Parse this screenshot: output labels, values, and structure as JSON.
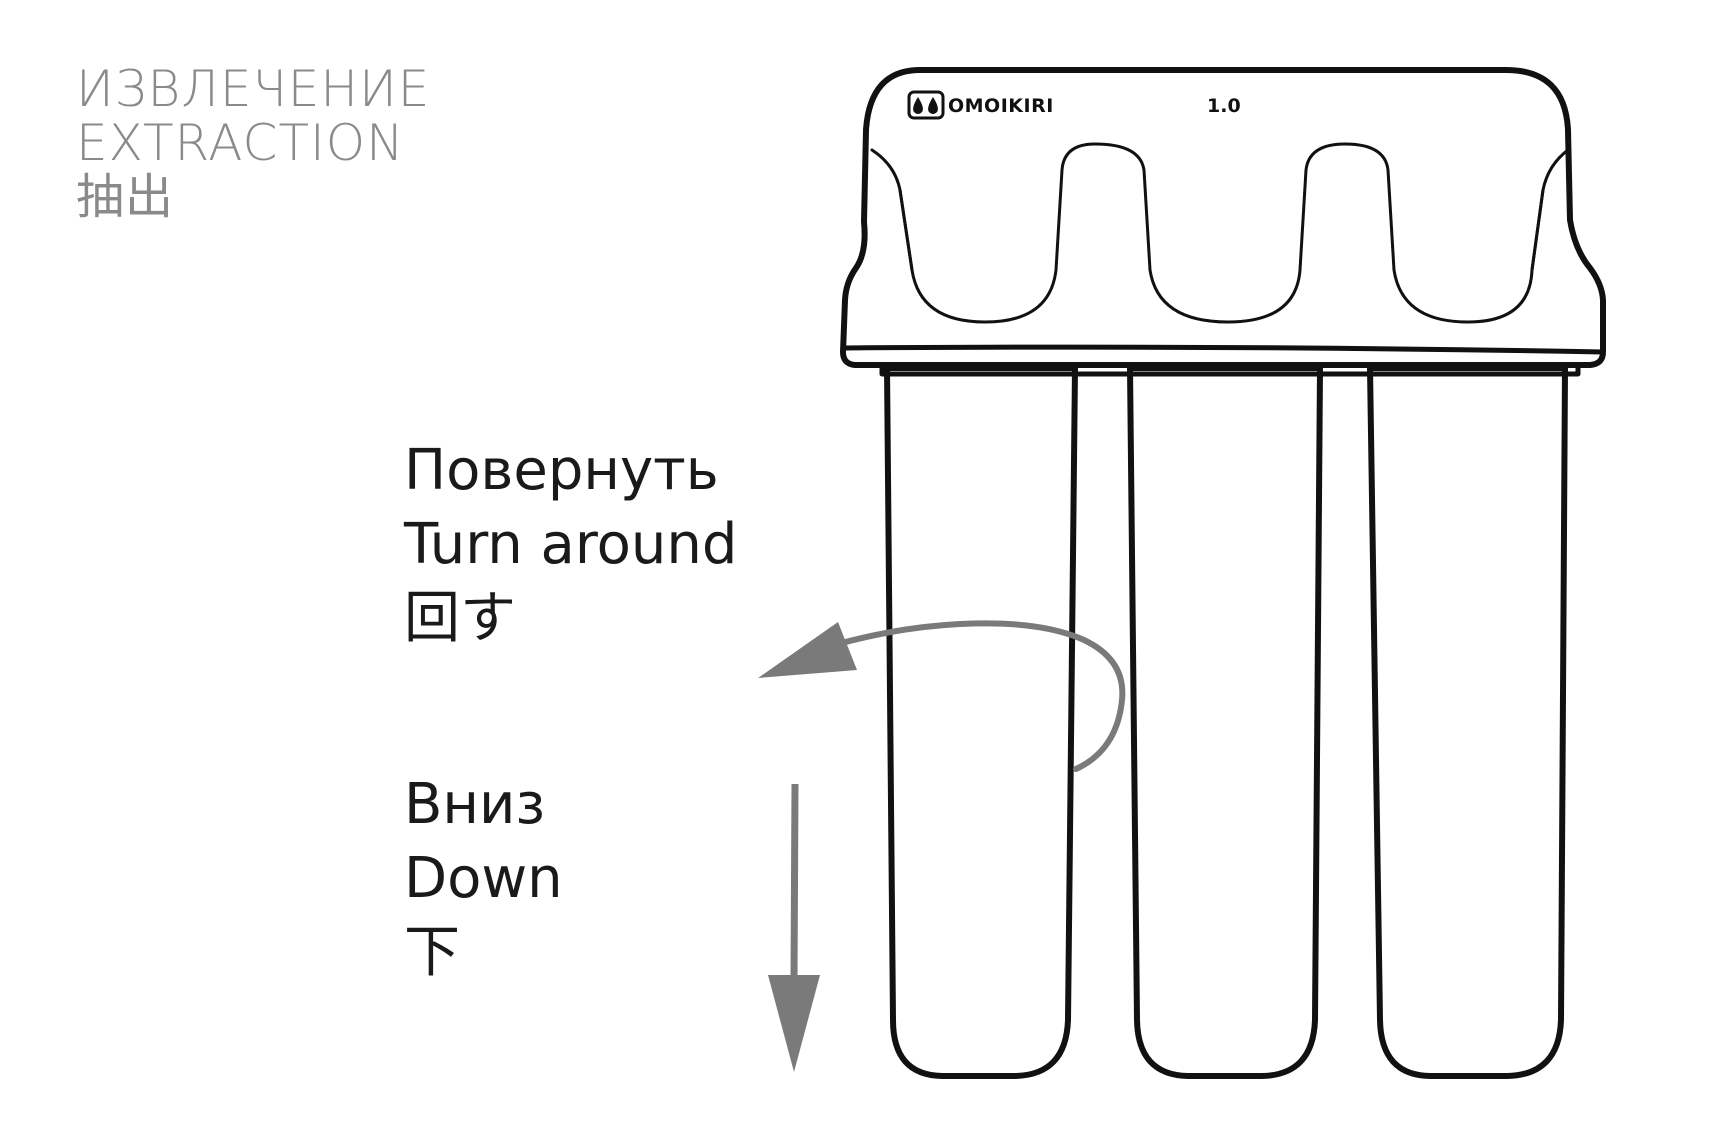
{
  "heading": {
    "ru": "ИЗВЛЕЧЕНИЕ",
    "en": "EXTRACTION",
    "zh": "抽出"
  },
  "instructions": {
    "turn": {
      "ru": "Повернуть",
      "en": "Turn around",
      "ja": "回す"
    },
    "down": {
      "ru": "Вниз",
      "en": "Down",
      "ja": "下"
    }
  },
  "device": {
    "brand": "OMOIKIRI",
    "model": "1.0",
    "logo_icon": "water-drops-icon"
  },
  "colors": {
    "heading": "#8a8a8a",
    "text": "#1a1a1a",
    "outline": "#111111",
    "arrow": "#7a7a7a",
    "background": "#ffffff"
  },
  "icons": {
    "rotate_arrow": "curved-rotate-arrow-icon",
    "down_arrow": "down-arrow-icon"
  }
}
